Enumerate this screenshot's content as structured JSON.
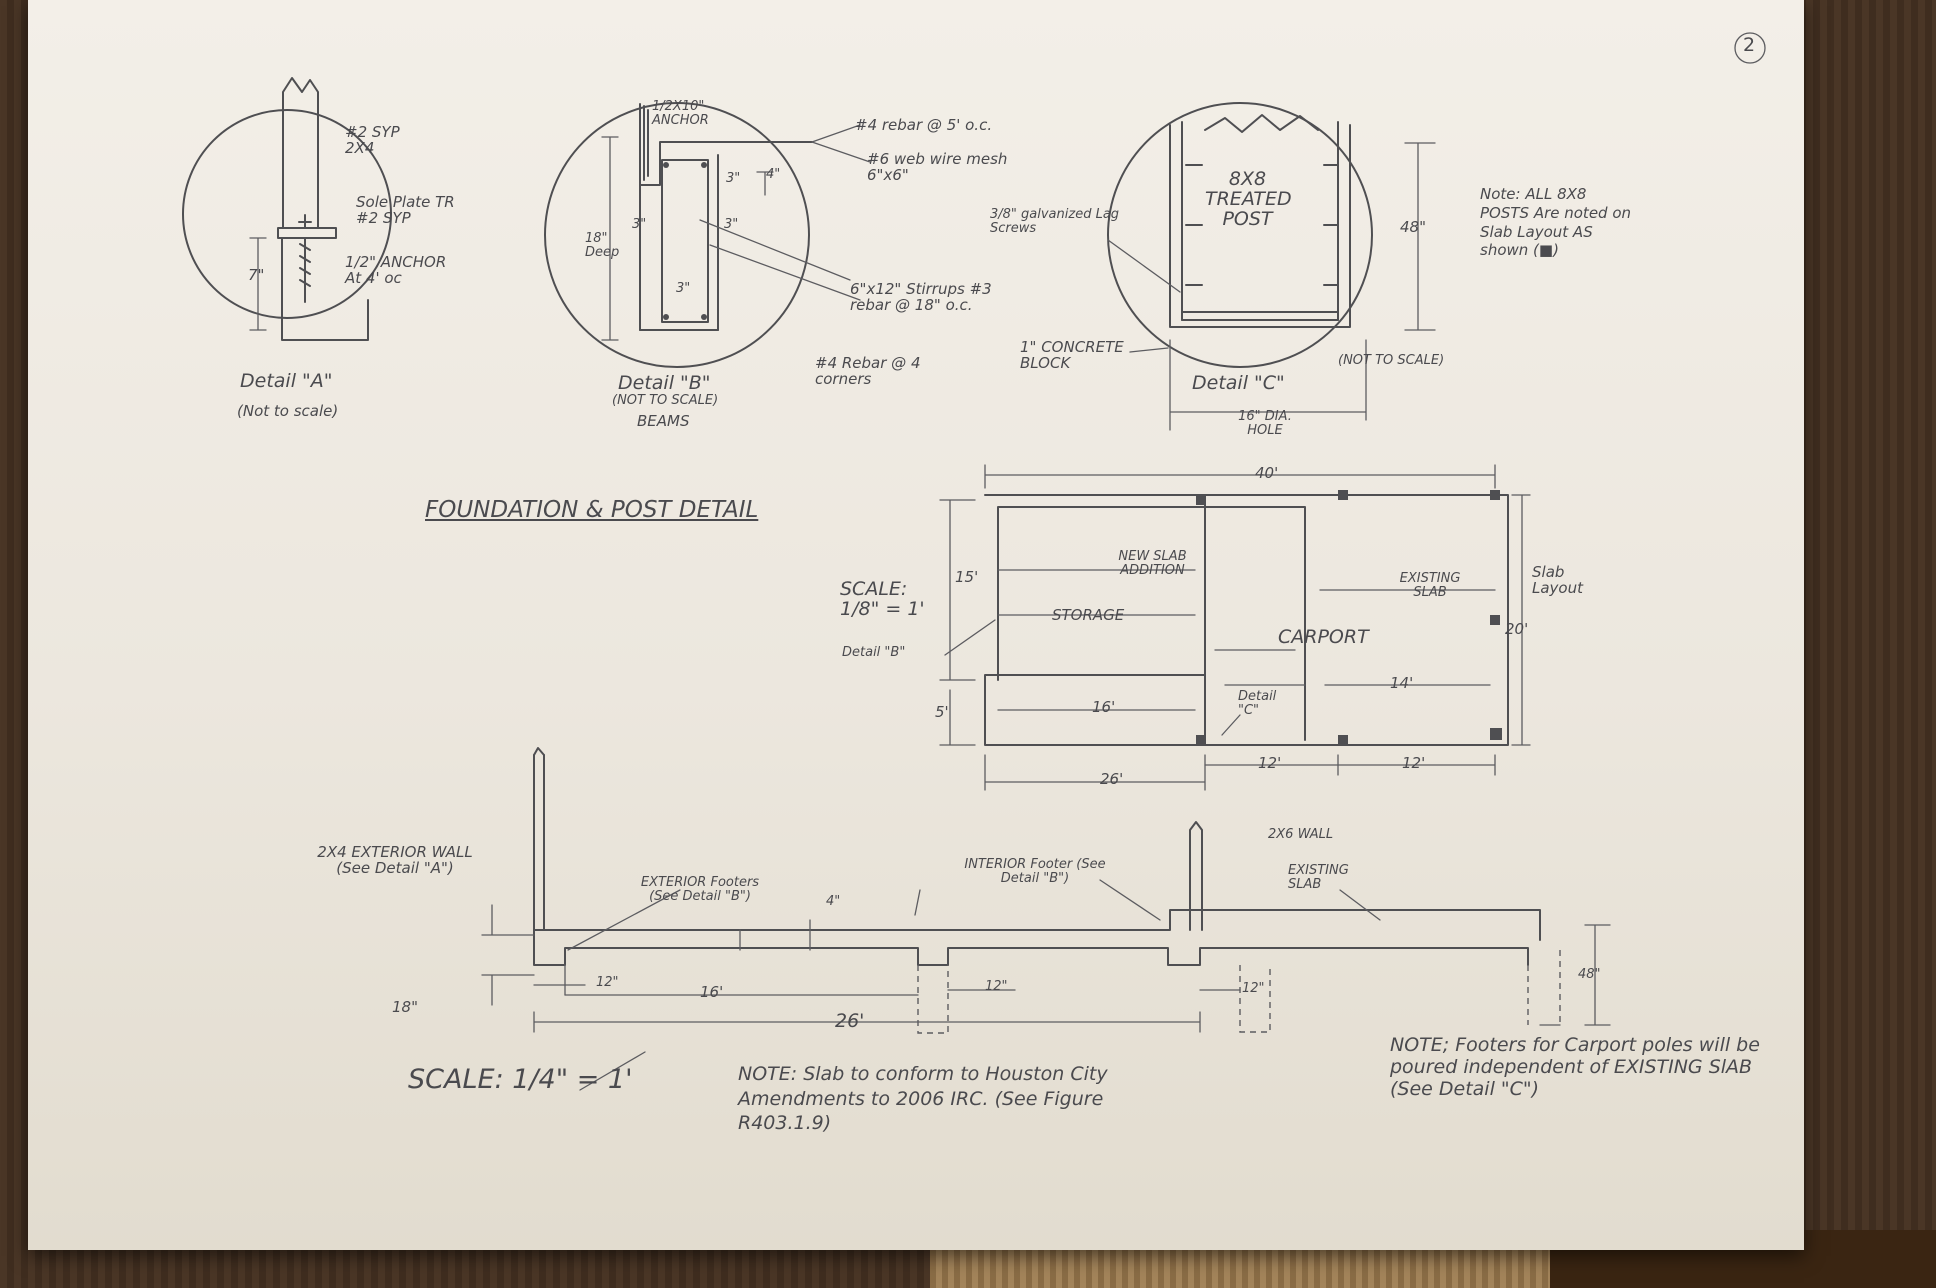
{
  "sheet_number": "2",
  "title": "FOUNDATION & POST DETAIL",
  "detail_a": {
    "label": "Detail \"A\"",
    "scale_note": "(Not to scale)",
    "stud": "#2 SYP 2X4",
    "sole_plate": "Sole Plate TR #2 SYP",
    "anchor": "1/2\" ANCHOR At 4' oc",
    "dim_height": "7\""
  },
  "detail_b": {
    "label": "Detail \"B\"",
    "scale_note": "(NOT TO SCALE)",
    "subtitle": "BEAMS",
    "anchor": "1/2X10\" ANCHOR",
    "rebar_top": "#4 rebar @ 5' o.c.",
    "wire_mesh": "#6 web wire mesh 6\"x6\"",
    "stirrups": "6\"x12\" Stirrups #3 rebar @ 18\" o.c.",
    "corner_rebar": "#4 Rebar @ 4 corners",
    "depth": "18\" Deep",
    "dim_3a": "3\"",
    "dim_4": "4\"",
    "dim_3b": "3\"",
    "dim_3c": "3\"",
    "dim_3d": "3\""
  },
  "detail_c": {
    "label": "Detail \"C\"",
    "scale_note": "(NOT TO SCALE)",
    "post": "8X8 TREATED POST",
    "lag_screws": "3/8\" galvanized Lag Screws",
    "concrete_block": "1\" CONCRETE BLOCK",
    "hole": "16\" DIA. HOLE",
    "depth": "48\""
  },
  "note_posts": "Note: ALL 8X8 POSTS Are noted on Slab Layout AS shown (■)",
  "slab_layout": {
    "label": "Slab Layout",
    "scale": "SCALE: 1/8\" = 1'",
    "detail_b_ref": "Detail \"B\"",
    "dim_40": "40'",
    "dim_15": "15'",
    "dim_5": "5'",
    "dim_16": "16'",
    "dim_26": "26'",
    "dim_12a": "12'",
    "dim_12b": "12'",
    "dim_14": "14'",
    "dim_20": "20'",
    "new_slab": "NEW SLAB ADDITION",
    "storage": "STORAGE",
    "existing_slab": "EXISTING SLAB",
    "carport": "CARPORT",
    "detail_c_ref": "Detail \"C\""
  },
  "section": {
    "exterior_wall": "2X4 EXTERIOR WALL (See Detail \"A\")",
    "exterior_footers": "EXTERIOR Footers (See Detail \"B\")",
    "interior_footer": "INTERIOR Footer (See Detail \"B\")",
    "wall_2x6": "2X6 WALL",
    "existing_slab": "EXISTING SLAB",
    "dim_4": "4\"",
    "dim_18": "18\"",
    "dim_12a": "12\"",
    "dim_16": "16'",
    "dim_12b": "12\"",
    "dim_26": "26'",
    "dim_12c": "12\"",
    "dim_48": "48\"",
    "scale": "SCALE: 1/4\" = 1'"
  },
  "note_slab": "NOTE: Slab to conform to Houston City Amendments to 2006 IRC. (See Figure R403.1.9)",
  "note_carport": "NOTE; Footers for Carport poles will be poured independent of EXISTING SlAB (See Detail \"C\")"
}
